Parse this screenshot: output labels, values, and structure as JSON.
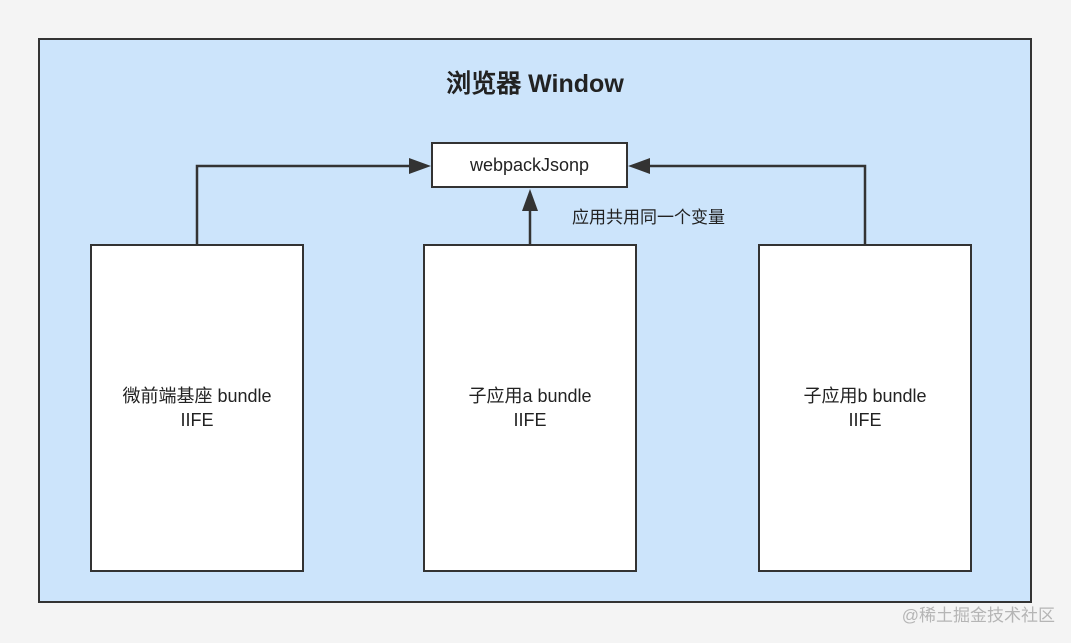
{
  "window": {
    "title": "浏览器 Window"
  },
  "shared": {
    "label": "webpackJsonp",
    "note": "应用共用同一个变量"
  },
  "bundles": [
    {
      "name": "微前端基座 bundle",
      "format": "IIFE"
    },
    {
      "name": "子应用a bundle",
      "format": "IIFE"
    },
    {
      "name": "子应用b bundle",
      "format": "IIFE"
    }
  ],
  "watermark": "@稀土掘金技术社区",
  "colors": {
    "window_fill": "#cce4fb",
    "border": "#333333",
    "box_fill": "#ffffff",
    "page_background": "#f4f4f4"
  }
}
